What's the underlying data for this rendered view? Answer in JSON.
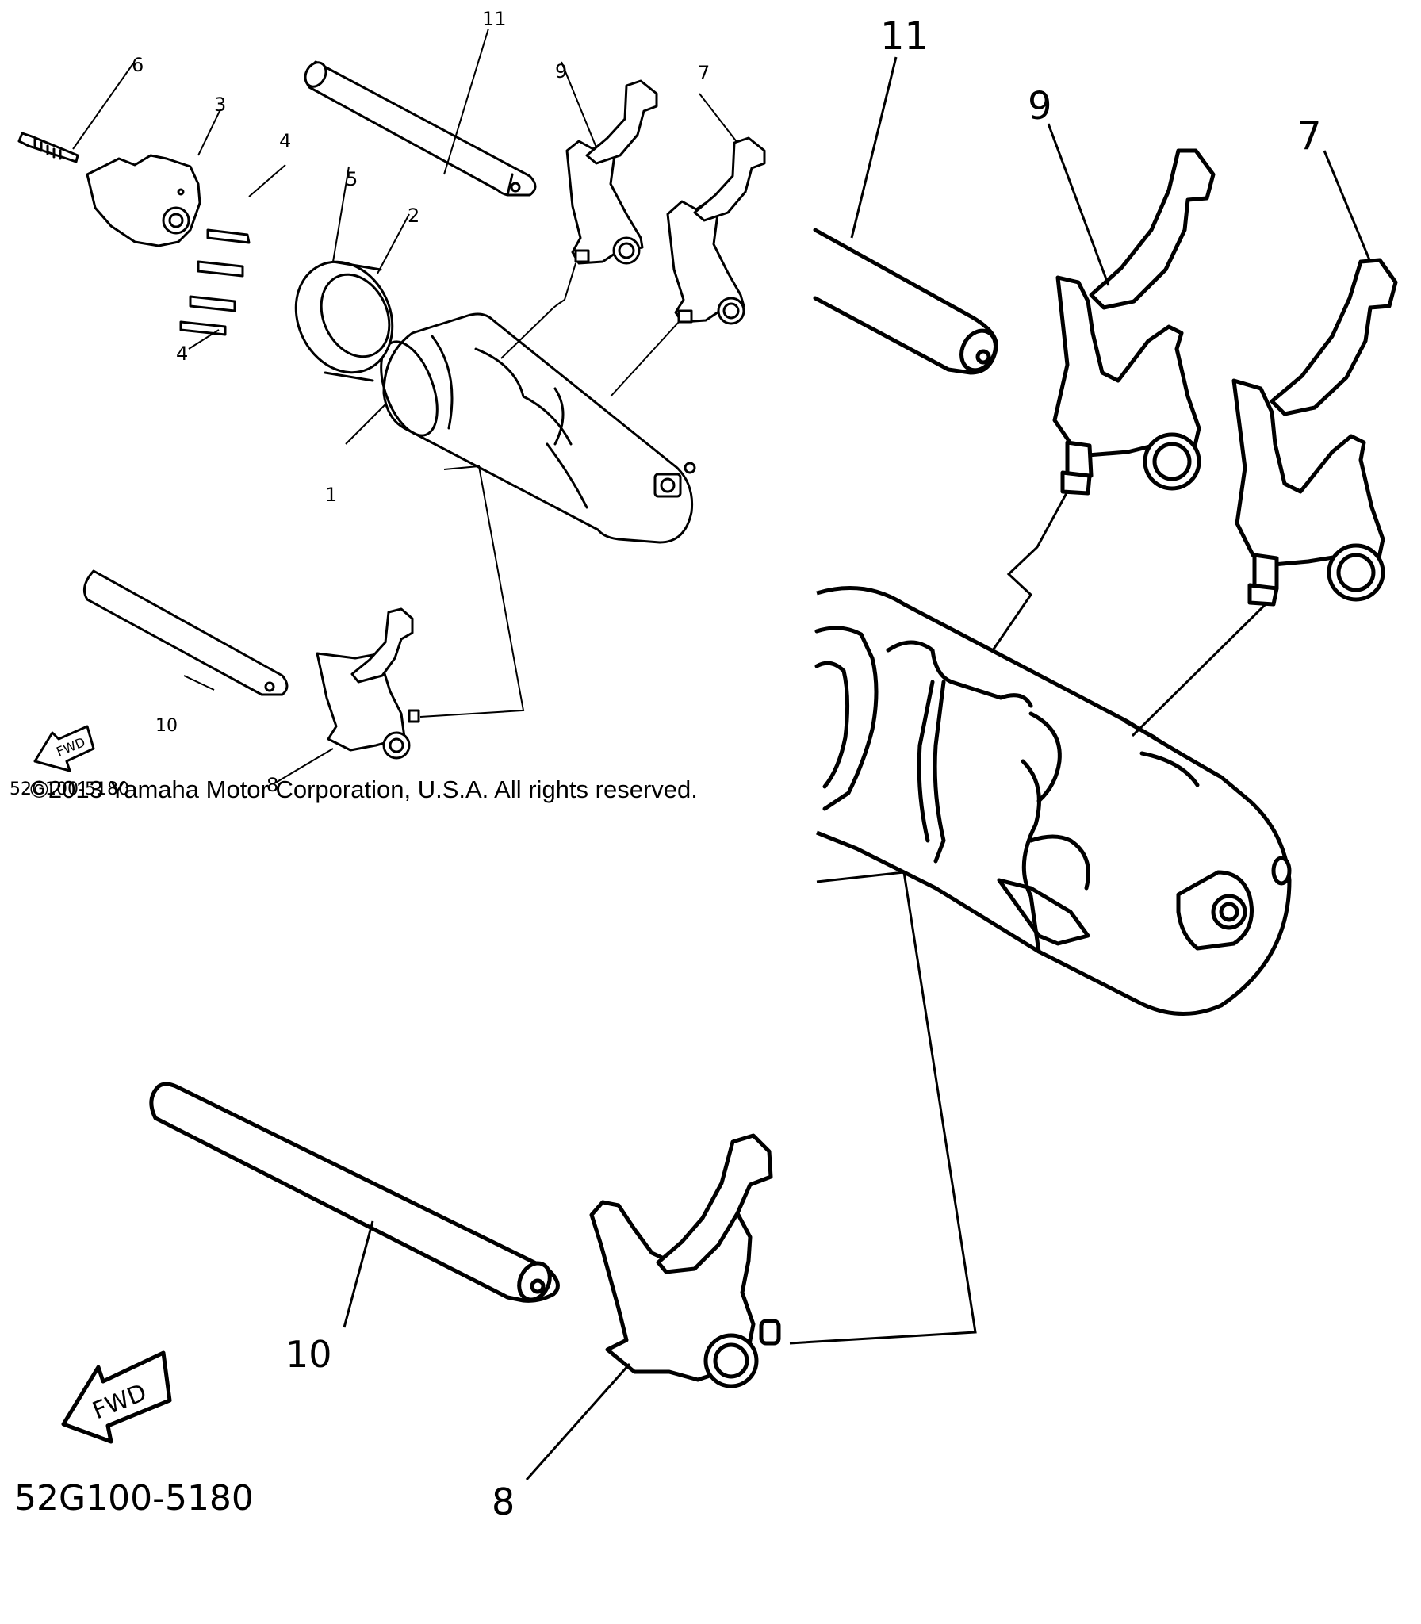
{
  "overview": {
    "callouts": {
      "c1": "1",
      "c2": "2",
      "c3": "3",
      "c4a": "4",
      "c4b": "4",
      "c5": "5",
      "c6": "6",
      "c7": "7",
      "c8": "8",
      "c9": "9",
      "c10": "10",
      "c11": "11"
    },
    "fwd_label": "FWD",
    "part_code": "52G100-5180"
  },
  "detail": {
    "callouts": {
      "c7": "7",
      "c8": "8",
      "c9": "9",
      "c10": "10",
      "c11": "11"
    },
    "fwd_label": "FWD",
    "part_code": "52G100-5180"
  },
  "copyright": "©2013 Yamaha Motor Corporation, U.S.A. All rights reserved."
}
